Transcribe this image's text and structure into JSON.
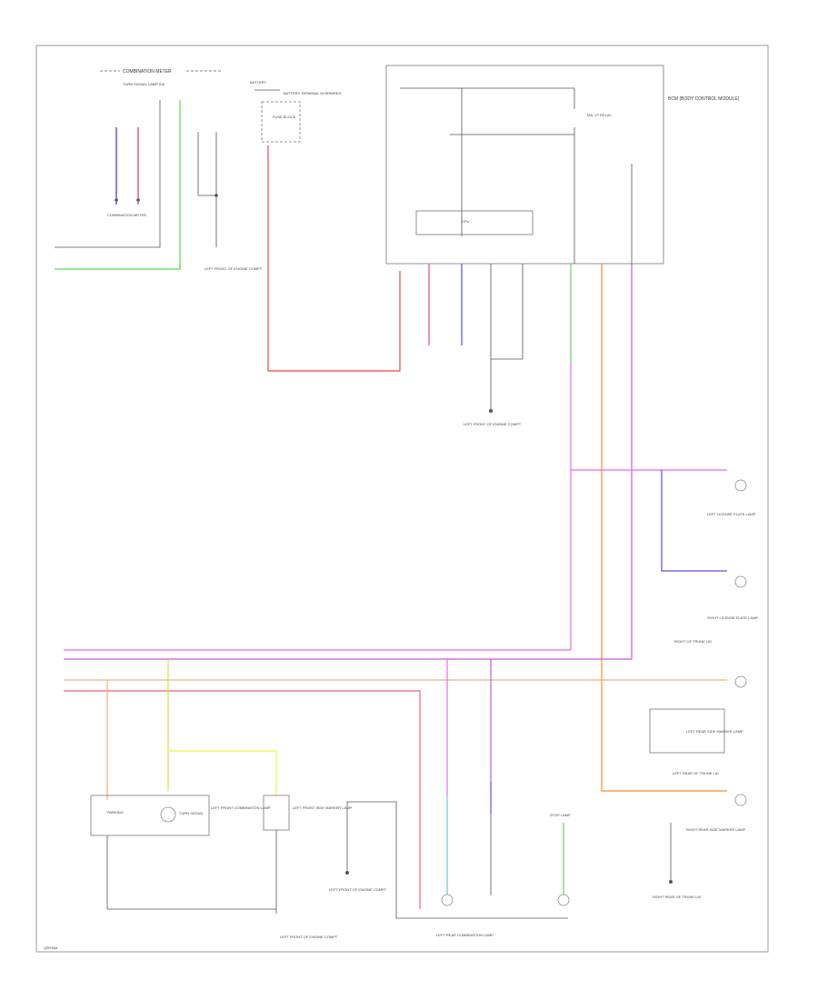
{
  "diagram": {
    "footer_code": "Q5H36A",
    "section_heading": "COMBINATION METER",
    "section_subheading": "TURN SIGNAL LAMP SW",
    "labels": {
      "fuse_block": "BATTERY",
      "fuse_note": "BATTERY TERMINAL IN BRN/RED",
      "fuse_box": "FUSE BLOCK",
      "module_title": "BCM (BODY CONTROL MODULE)",
      "module_relay": "TAIL LP RELAY",
      "module_cpu": "CPU",
      "meter_note": "COMBINATION METER",
      "ground_1": "LEFT FRONT OF ENGINE COMPT",
      "ground_2": "LEFT FRONT OF ENGINE COMPT",
      "license_left": "LEFT LICENSE PLATE LAMP",
      "license_right": "RIGHT LICENSE PLATE LAMP",
      "ground_3": "RIGHT OF TRUNK LID",
      "rear_side_left": "LEFT REAR SIDE MARKER LAMP",
      "rear_left_lamp": "LEFT REAR OF TRUNK LID",
      "rear_side_right": "RIGHT REAR SIDE MARKER LAMP",
      "ground_4": "RIGHT REAR OF TRUNK LID",
      "front_left_lamp": "LEFT FRONT COMBINATION LAMP",
      "parking": "PARKING",
      "turn": "TURN SIGNAL",
      "side_marker": "LEFT FRONT SIDE MARKER LAMP",
      "ground_5": "LEFT FRONT OF ENGINE COMPT",
      "ground_6": "LEFT FRONT OF ENGINE COMPT",
      "rear_combination": "LEFT REAR COMBINATION LAMP",
      "brake_lamp": "STOP LAMP"
    }
  }
}
